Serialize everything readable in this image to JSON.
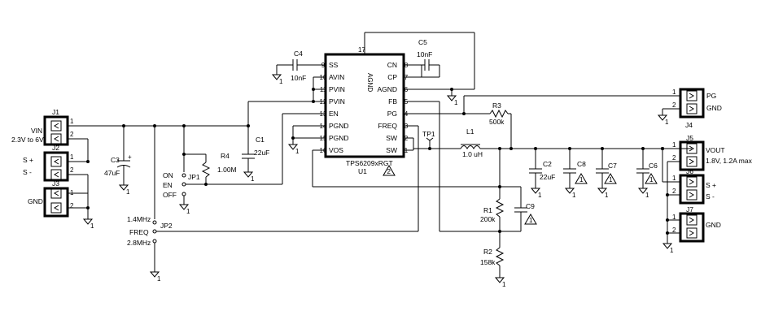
{
  "ic": {
    "part": "TPS6209xRGT",
    "ref": "U1",
    "note_mark": "2",
    "left_pins": [
      {
        "num": "9",
        "name": "SS"
      },
      {
        "num": "10",
        "name": "AVIN"
      },
      {
        "num": "11",
        "name": "PVIN"
      },
      {
        "num": "12",
        "name": "PVIN"
      },
      {
        "num": "13",
        "name": "EN"
      },
      {
        "num": "14",
        "name": "PGND"
      },
      {
        "num": "15",
        "name": "PGND"
      },
      {
        "num": "16",
        "name": "VOS"
      }
    ],
    "right_pins": [
      {
        "num": "8",
        "name": "CN"
      },
      {
        "num": "7",
        "name": "CP"
      },
      {
        "num": "6",
        "name": "AGND"
      },
      {
        "num": "5",
        "name": "FB"
      },
      {
        "num": "4",
        "name": "PG"
      },
      {
        "num": "3",
        "name": "FREQ"
      },
      {
        "num": "2",
        "name": "SW"
      },
      {
        "num": "1",
        "name": "SW"
      }
    ],
    "top_pin": {
      "num": "17",
      "name": "AGND"
    }
  },
  "connectors": {
    "j1": {
      "ref": "J1",
      "label": "VIN",
      "sublabel": "2.3V to 6V"
    },
    "j2": {
      "ref": "J2",
      "plus": "S +",
      "minus": "S -"
    },
    "j3": {
      "ref": "J3",
      "label": "GND"
    },
    "j4": {
      "ref": "J4",
      "pin1": "PG",
      "pin2": "GND"
    },
    "j5": {
      "ref": "J5",
      "label": "VOUT",
      "sublabel": "1.8V, 1.2A max"
    },
    "j6": {
      "ref": "J6",
      "plus": "S +",
      "minus": "S -"
    },
    "j7": {
      "ref": "J7",
      "label": "GND"
    },
    "pin1": "1",
    "pin2": "2"
  },
  "components": {
    "c1": {
      "ref": "C1",
      "value": "22uF"
    },
    "c2": {
      "ref": "C2",
      "value": "22uF"
    },
    "c3": {
      "ref": "C3",
      "value": "47uF"
    },
    "c4": {
      "ref": "C4",
      "value": "10nF"
    },
    "c5": {
      "ref": "C5",
      "value": "10nF"
    },
    "c6": {
      "ref": "C6"
    },
    "c7": {
      "ref": "C7"
    },
    "c8": {
      "ref": "C8"
    },
    "c9": {
      "ref": "C9"
    },
    "r1": {
      "ref": "R1",
      "value": "200k"
    },
    "r2": {
      "ref": "R2",
      "value": "158k"
    },
    "r3": {
      "ref": "R3",
      "value": "500k"
    },
    "r4": {
      "ref": "R4",
      "value": "1.00M"
    },
    "l1": {
      "ref": "L1",
      "value": "1.0 uH"
    },
    "tp1": {
      "ref": "TP1"
    },
    "note_mark": "1"
  },
  "jumpers": {
    "jp1": {
      "ref": "JP1",
      "on": "ON",
      "en": "EN",
      "off": "OFF"
    },
    "jp2": {
      "ref": "JP2",
      "f1": "1.4MHz",
      "freq": "FREQ",
      "f2": "2.8MHz"
    }
  },
  "ground_mark": "1"
}
